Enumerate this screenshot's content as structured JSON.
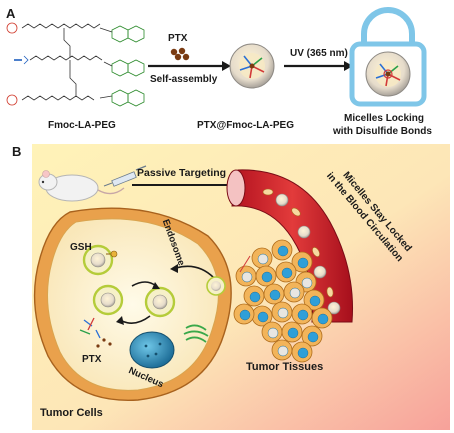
{
  "panel_a": {
    "panel_label": "A",
    "molecule_label": "Fmoc-LA-PEG",
    "drug_label": "PTX",
    "process_label": "Self-assembly",
    "micelle_label": "PTX@Fmoc-LA-PEG",
    "trigger_label": "UV (365 nm)",
    "result_label_line1": "Micelles Locking",
    "result_label_line2": "with Disulfide Bonds"
  },
  "panel_b": {
    "panel_label": "B",
    "targeting_label": "Passive Targeting",
    "circulation_label_line1": "Micelles Stay Locked",
    "circulation_label_line2": "in the Blood Circulation",
    "endosome_label": "Endosome",
    "gsh_label": "GSH",
    "drug_label": "PTX",
    "nucleus_label": "Nucleus",
    "tissue_label": "Tumor Tissues",
    "cell_label": "Tumor Cells"
  },
  "colors": {
    "micelle_core": "#f4d79a",
    "micelle_shell": "#d9d9d9",
    "lock": "#7fc6e8",
    "vessel": "#d7263d",
    "membrane": "#c9843a",
    "tumor_cell": "#2f9fd8"
  }
}
